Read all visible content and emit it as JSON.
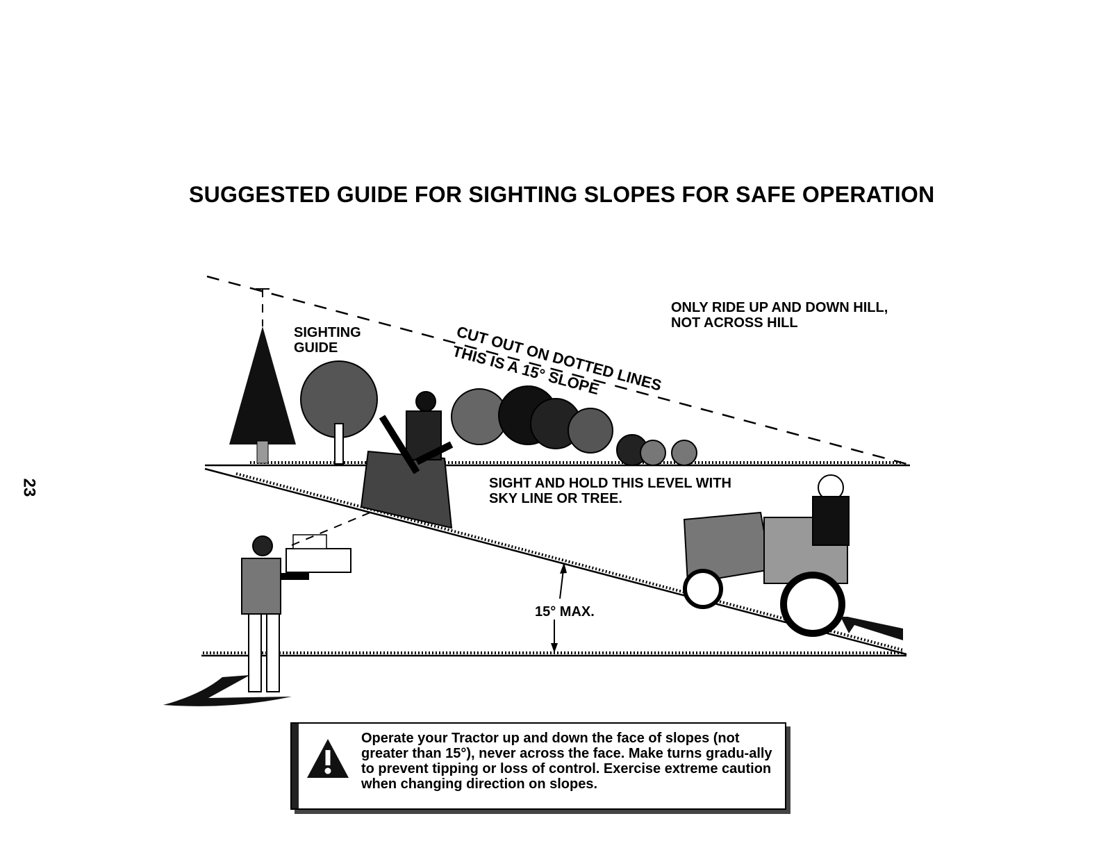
{
  "title": "SUGGESTED GUIDE FOR SIGHTING SLOPES FOR SAFE OPERATION",
  "page_number": "23",
  "labels": {
    "sighting_guide_line1": "SIGHTING",
    "sighting_guide_line2": "GUIDE",
    "cut_out": "CUT OUT ON DOTTED LINES",
    "slope_note": "THIS IS A 15° SLOPE",
    "ride_line1": "ONLY RIDE UP AND DOWN HILL,",
    "ride_line2": "NOT ACROSS HILL",
    "sight_line1": "SIGHT AND HOLD THIS LEVEL WITH",
    "sight_line2": "SKY LINE OR TREE.",
    "max_angle": "15° MAX."
  },
  "warning": {
    "icon": "warning-triangle-icon",
    "text": "Operate your Tractor up and down the face of slopes (not greater than 15°), never across the face. Make turns gradu-ally to prevent tipping or loss of control. Exercise extreme caution when changing direction on slopes."
  }
}
